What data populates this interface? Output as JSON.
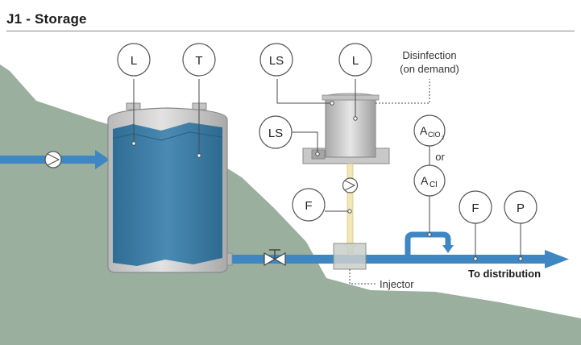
{
  "title": "J1 - Storage",
  "colors": {
    "terrain": "#9aaf9d",
    "water": "#3f7fa7",
    "pipe": "#3e87c2",
    "tank_shell": "#d0d0d0",
    "dosing_line": "#f3e7b3"
  },
  "instruments": {
    "tank_level": "L",
    "tank_temperature": "T",
    "dosing_level_switch_top": "LS",
    "dosing_level": "L",
    "dosing_level_switch_bottom": "LS",
    "dosing_flow": "F",
    "analyzer_clo2_main": "A",
    "analyzer_clo2_sub": "ClO",
    "analyzer_clo2_sub2": "2",
    "analyzer_or": "or",
    "analyzer_cl_main": "A",
    "analyzer_cl_sub": "Cl",
    "outlet_flow": "F",
    "outlet_pressure": "P"
  },
  "labels": {
    "disinfection_line1": "Disinfection",
    "disinfection_line2": "(on demand)",
    "injector": "Injector",
    "to_distribution": "To distribution"
  }
}
